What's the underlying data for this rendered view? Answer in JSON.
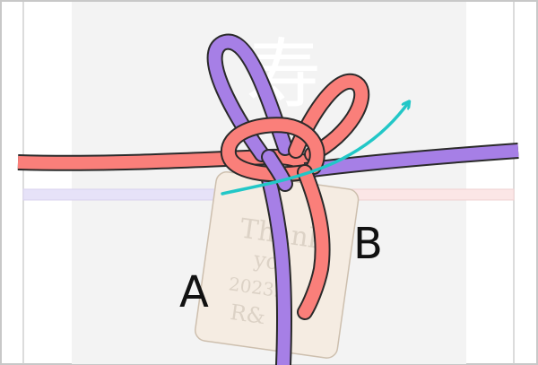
{
  "labels": {
    "a": "A",
    "b": "B"
  },
  "tag": {
    "lines": [
      "Thank",
      "you",
      "2023.1",
      "R&"
    ]
  },
  "kanji": "寿",
  "colors": {
    "frame_border": "#c8c8c8",
    "envelope": "#f3f3f3",
    "band_purple": "#e6e2f8",
    "band_pink": "#fbe6e6",
    "tag_fill": "#f5ece2",
    "tag_stroke": "#cdbfae",
    "cord_pink": "#fa7f7a",
    "cord_purple": "#a67fe6",
    "cord_outline": "#2a2a2a",
    "arrow": "#22c7c7"
  }
}
